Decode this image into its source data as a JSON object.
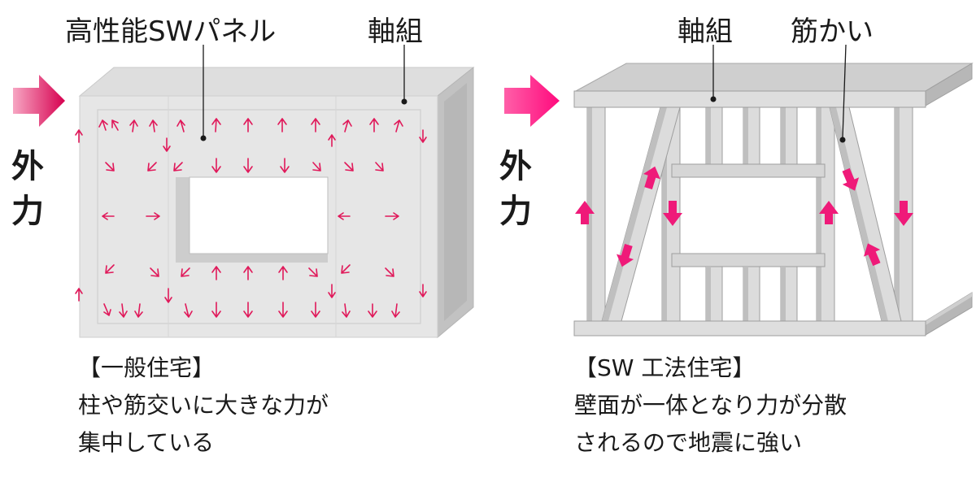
{
  "left": {
    "labels": {
      "panel": "高性能SWパネル",
      "frame": "軸組"
    },
    "force_label": "外力",
    "caption": {
      "title": "【一般住宅】",
      "line1": "柱や筋交いに大きな力が",
      "line2": "集中している"
    },
    "arrow_color": "#e0195a"
  },
  "right": {
    "labels": {
      "frame": "軸組",
      "brace": "筋かい"
    },
    "force_label": "外力",
    "caption": {
      "title": "【SW 工法住宅】",
      "line1": "壁面が一体となり力が分散",
      "line2": "されるので地震に強い"
    },
    "arrow_color": "#ef1a79"
  }
}
